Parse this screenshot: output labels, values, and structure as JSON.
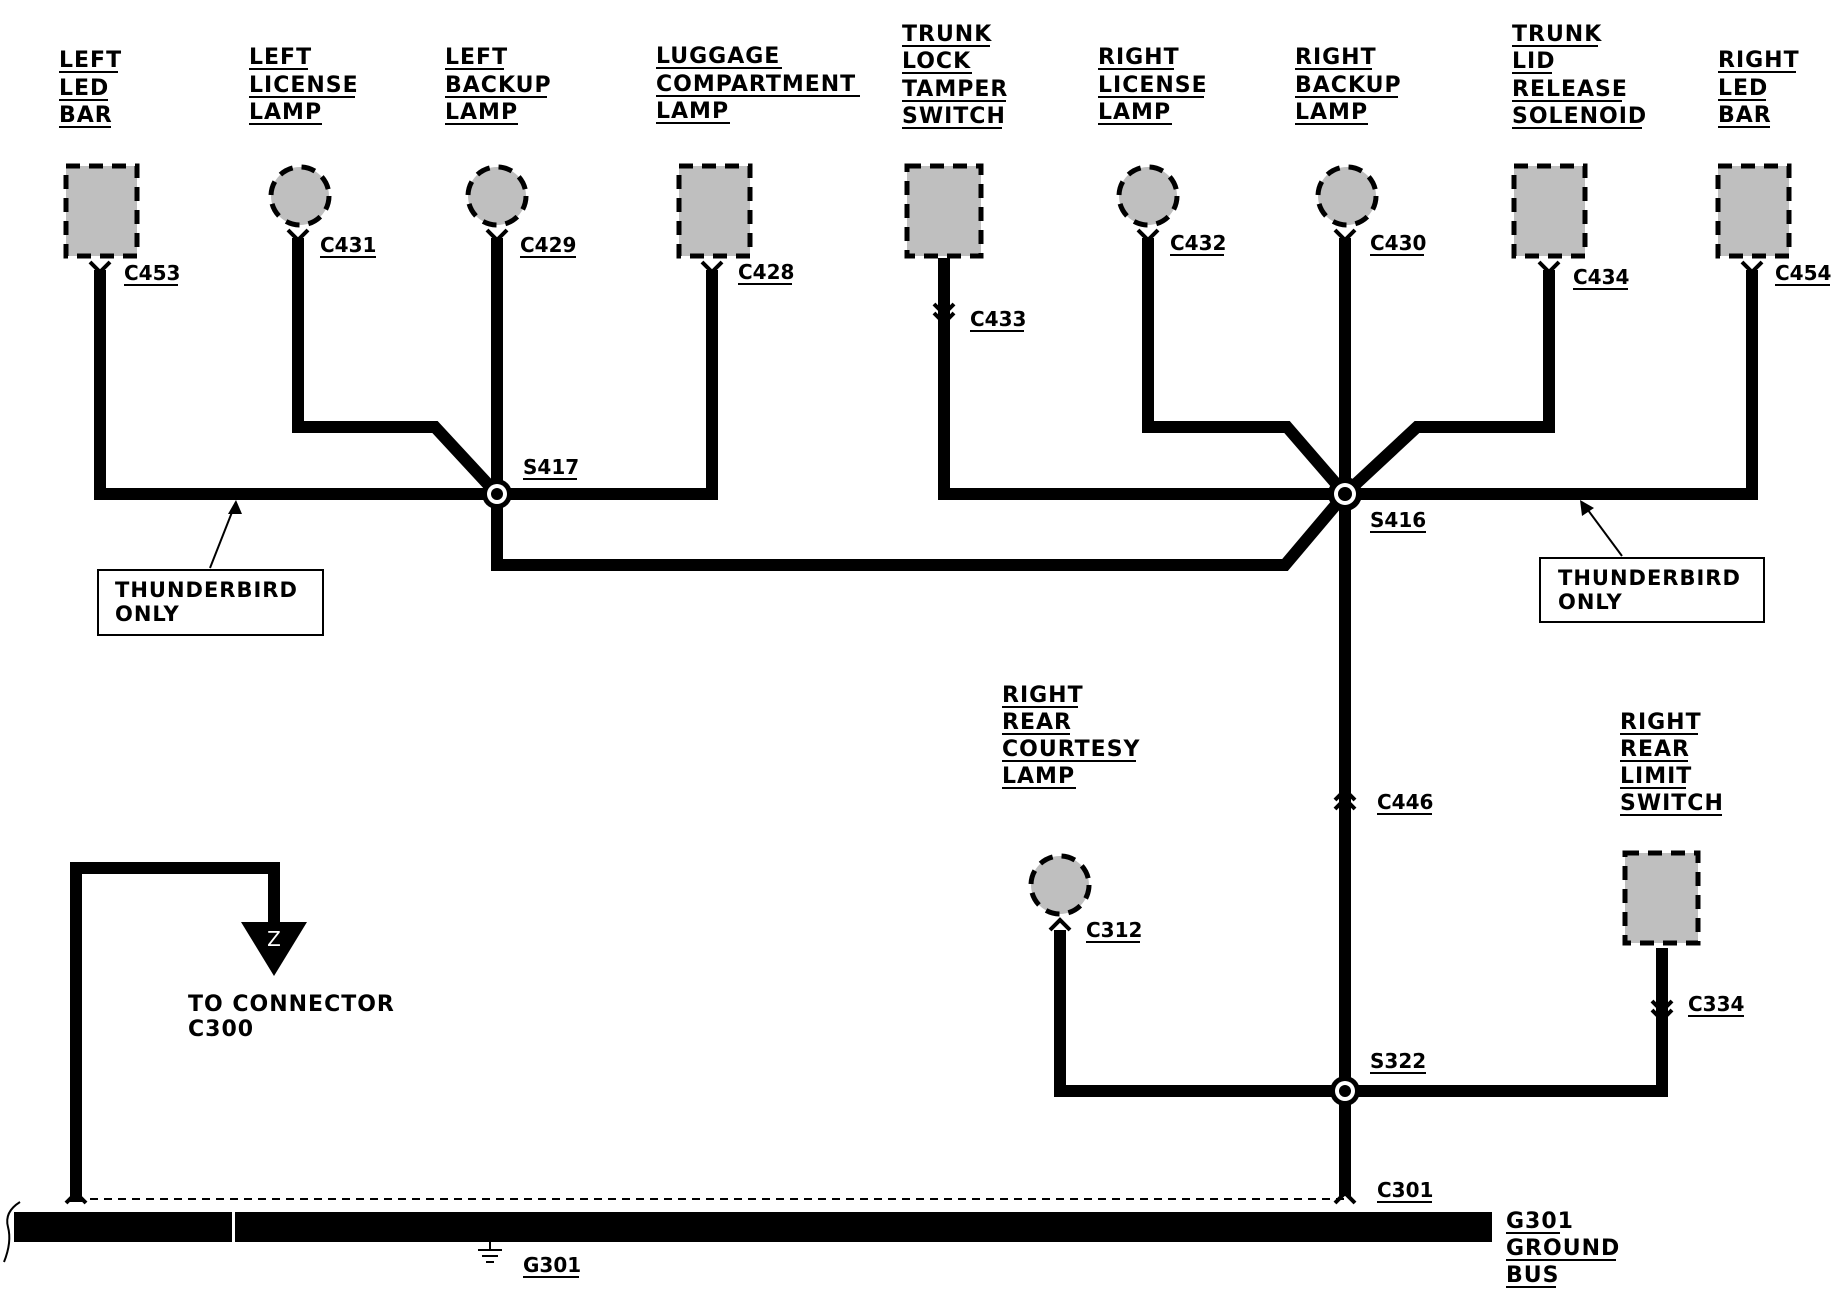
{
  "components": {
    "left_led_bar": {
      "lines": [
        "LEFT",
        "LED",
        "BAR"
      ],
      "connector": "C453"
    },
    "left_license_lamp": {
      "lines": [
        "LEFT",
        "LICENSE",
        "LAMP"
      ],
      "connector": "C431"
    },
    "left_backup_lamp": {
      "lines": [
        "LEFT",
        "BACKUP",
        "LAMP"
      ],
      "connector": "C429"
    },
    "luggage_compartment_lamp": {
      "lines": [
        "LUGGAGE",
        "COMPARTMENT",
        "LAMP"
      ],
      "connector": "C428"
    },
    "trunk_lock_tamper_switch": {
      "lines": [
        "TRUNK",
        "LOCK",
        "TAMPER",
        "SWITCH"
      ],
      "connector": "C433"
    },
    "right_license_lamp": {
      "lines": [
        "RIGHT",
        "LICENSE",
        "LAMP"
      ],
      "connector": "C432"
    },
    "right_backup_lamp": {
      "lines": [
        "RIGHT",
        "BACKUP",
        "LAMP"
      ],
      "connector": "C430"
    },
    "trunk_lid_release_solenoid": {
      "lines": [
        "TRUNK",
        "LID",
        "RELEASE",
        "SOLENOID"
      ],
      "connector": "C434"
    },
    "right_led_bar": {
      "lines": [
        "RIGHT",
        "LED",
        "BAR"
      ],
      "connector": "C454"
    },
    "right_rear_courtesy_lamp": {
      "lines": [
        "RIGHT",
        "REAR",
        "COURTESY",
        "LAMP"
      ],
      "connector": "C312"
    },
    "right_rear_limit_switch": {
      "lines": [
        "RIGHT",
        "REAR",
        "LIMIT",
        "SWITCH"
      ],
      "connector": "C334"
    }
  },
  "splices": {
    "s417": "S417",
    "s416": "S416",
    "s322": "S322"
  },
  "inline_connectors": {
    "c446": "C446",
    "c301": "C301"
  },
  "notes": {
    "thunderbird_left": [
      "THUNDERBIRD",
      "ONLY"
    ],
    "thunderbird_right": [
      "THUNDERBIRD",
      "ONLY"
    ]
  },
  "offpage": {
    "marker": "Z",
    "lines": [
      "TO CONNECTOR",
      "C300"
    ]
  },
  "ground": {
    "point_label": "G301",
    "bus_lines": [
      "G301",
      "GROUND",
      "BUS"
    ]
  },
  "colors": {
    "wire": "#000000",
    "component_fill": "#bfbfbf",
    "background": "#ffffff"
  }
}
